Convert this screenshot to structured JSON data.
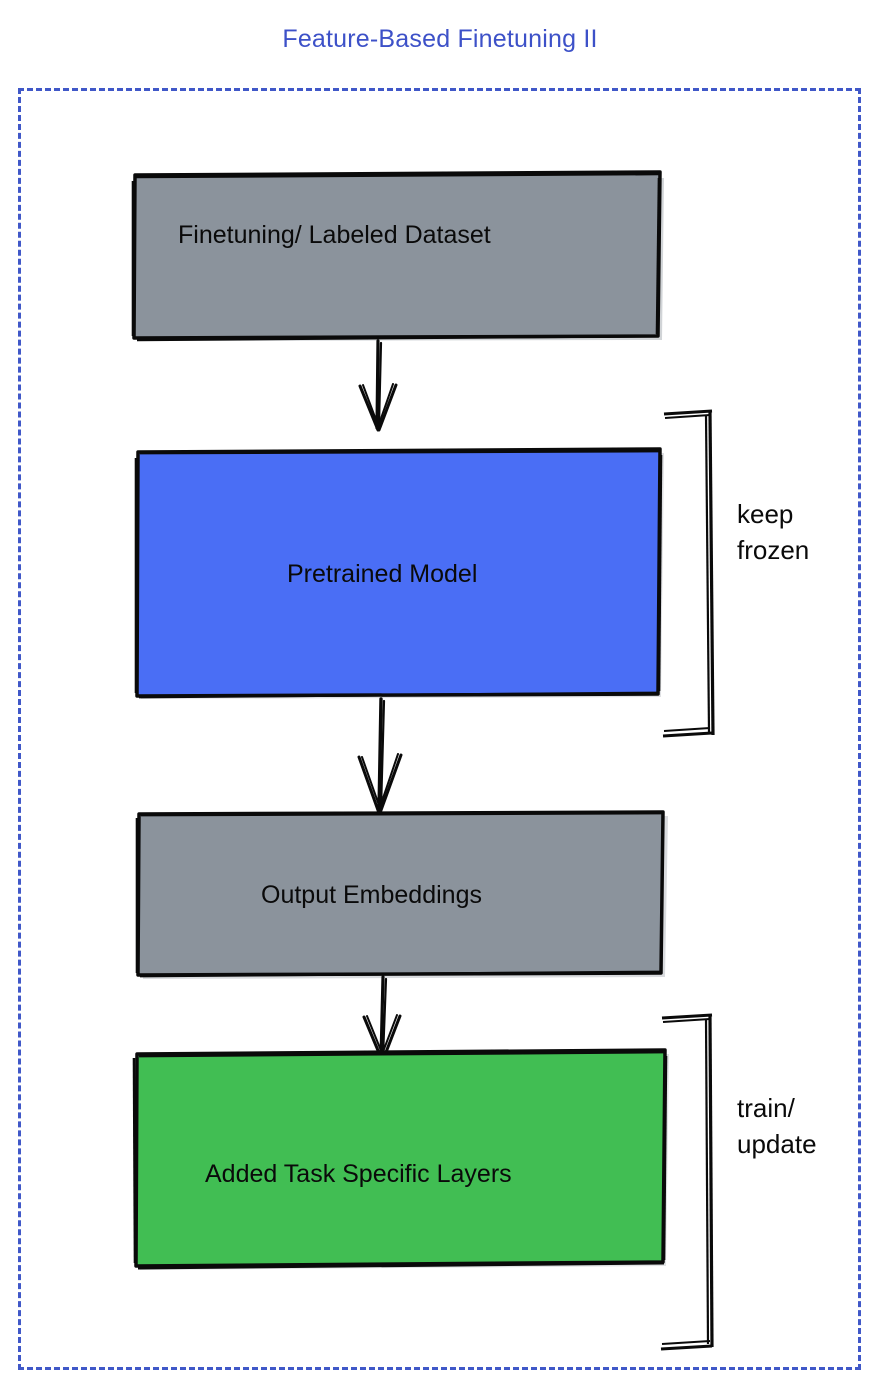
{
  "title": "Feature-Based Finetuning II",
  "colors": {
    "title_blue": "#3d51c8",
    "frame_dashed_blue": "#4058c8",
    "node_gray": "#8b939c",
    "node_blue": "#4a6ef5",
    "node_green": "#41be53",
    "stroke_black": "#0a0a0a",
    "background": "#ffffff"
  },
  "frame": {
    "name": "feature-based-finetuning-pipeline",
    "style": "dashed"
  },
  "nodes": [
    {
      "id": "dataset",
      "label": "Finetuning/ Labeled Dataset",
      "fill": "#8b939c",
      "align": "left"
    },
    {
      "id": "pretrained",
      "label": "Pretrained Model",
      "fill": "#4a6ef5",
      "align": "center"
    },
    {
      "id": "embeddings",
      "label": "Output Embeddings",
      "fill": "#8b939c",
      "align": "center"
    },
    {
      "id": "tasklayers",
      "label": "Added Task Specific Layers",
      "fill": "#41be53",
      "align": "center"
    }
  ],
  "edges": [
    {
      "id": "dataset-to-pretrained",
      "from": "dataset",
      "to": "pretrained",
      "arrow": "down"
    },
    {
      "id": "pretrained-to-embeddings",
      "from": "pretrained",
      "to": "embeddings",
      "arrow": "down"
    },
    {
      "id": "embeddings-to-tasklayers",
      "from": "embeddings",
      "to": "tasklayers",
      "arrow": "down"
    }
  ],
  "brackets": [
    {
      "id": "keep-frozen",
      "target": "pretrained",
      "line1": "keep",
      "line2": "frozen"
    },
    {
      "id": "train-update",
      "target": "tasklayers",
      "line1": "train/",
      "line2": "update"
    }
  ]
}
